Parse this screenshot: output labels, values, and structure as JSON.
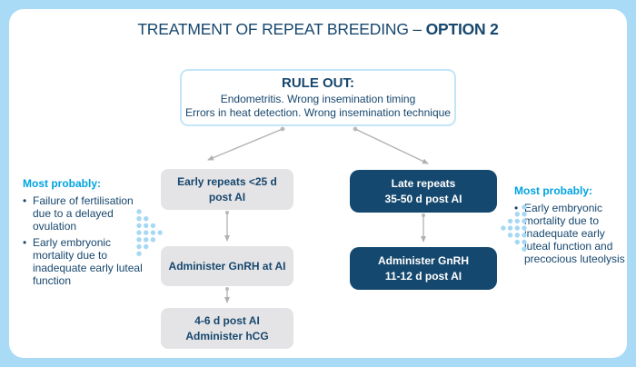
{
  "title": {
    "prefix": "TREATMENT OF REPEAT BREEDING – ",
    "emphasis": "OPTION 2"
  },
  "rule_out": {
    "heading": "RULE OUT:",
    "line1": "Endometritis. Wrong insemination timing",
    "line2": "Errors in heat detection. Wrong insemination technique"
  },
  "left_branch": {
    "box1_line1": "Early repeats <25 d",
    "box1_line2": "post AI",
    "box2": "Administer GnRH at AI",
    "box3_line1": "4-6 d post AI",
    "box3_line2": "Administer hCG"
  },
  "right_branch": {
    "box1_line1": "Late repeats",
    "box1_line2": "35-50 d post AI",
    "box2_line1": "Administer GnRH",
    "box2_line2": "11-12 d post AI"
  },
  "left_note": {
    "heading": "Most probably:",
    "bullets": [
      "Failure of fertilisation due to a delayed ovulation",
      "Early embryonic mortality due to inadequate early luteal function"
    ]
  },
  "right_note": {
    "heading": "Most probably:",
    "bullets": [
      "Early embryonic mortality due to inadequate early luteal function and precocious luteolysis"
    ]
  },
  "colors": {
    "navy_text": "#17476e",
    "navy_box": "#15486f",
    "gray_box": "#e4e4e6",
    "cyan_heading": "#00a3e0",
    "frame_blue": "#a9dbf7",
    "ruleout_border": "#c3e5f8",
    "arrow_gray": "#b1b1b1",
    "dot_blue": "#a6d8f4"
  }
}
